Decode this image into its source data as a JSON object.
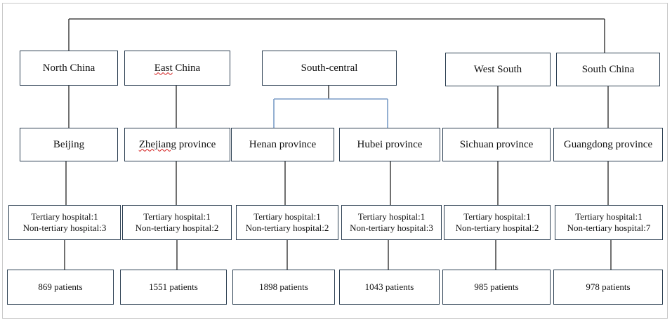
{
  "regions": [
    {
      "name": "North China",
      "branches": [
        {
          "province": "Beijing",
          "tertiary": "Tertiary hospital:1",
          "non_tertiary": "Non-tertiary hospital:3",
          "patients": "869 patients"
        }
      ]
    },
    {
      "name": "East China",
      "branches": [
        {
          "province": "Zhejiang province",
          "tertiary": "Tertiary hospital:1",
          "non_tertiary": "Non-tertiary hospital:2",
          "patients": "1551 patients"
        }
      ]
    },
    {
      "name": "South-central",
      "branches": [
        {
          "province": "Henan province",
          "tertiary": "Tertiary hospital:1",
          "non_tertiary": "Non-tertiary hospital:2",
          "patients": "1898 patients"
        },
        {
          "province": "Hubei province",
          "tertiary": "Tertiary hospital:1",
          "non_tertiary": "Non-tertiary hospital:3",
          "patients": "1043 patients"
        }
      ]
    },
    {
      "name": "West South",
      "branches": [
        {
          "province": "Sichuan province",
          "tertiary": "Tertiary hospital:1",
          "non_tertiary": "Non-tertiary hospital:2",
          "patients": "985 patients"
        }
      ]
    },
    {
      "name": "South China",
      "branches": [
        {
          "province": "Guangdong province",
          "tertiary": "Tertiary hospital:1",
          "non_tertiary": "Non-tertiary hospital:7",
          "patients": "978  patients"
        }
      ]
    }
  ],
  "colors": {
    "box_border": "#2c3f52",
    "connector": "#222222",
    "split_connector": "#7a9cc6",
    "spellcheck_underline": "#d21a1a"
  }
}
